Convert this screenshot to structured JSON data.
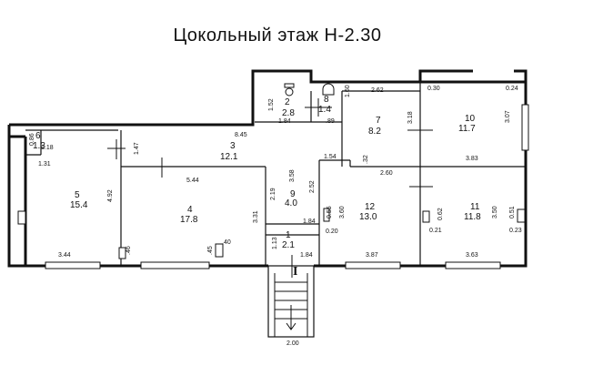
{
  "title": "Цокольный этаж Н-2.30",
  "rooms": [
    {
      "num": "1",
      "area": "2.1"
    },
    {
      "num": "2",
      "area": "2.8"
    },
    {
      "num": "3",
      "area": "12.1"
    },
    {
      "num": "4",
      "area": "17.8"
    },
    {
      "num": "5",
      "area": "15.4"
    },
    {
      "num": "6",
      "area": "1.3"
    },
    {
      "num": "7",
      "area": "8.2"
    },
    {
      "num": "8",
      "area": "1.4"
    },
    {
      "num": "9",
      "area": "4.0"
    },
    {
      "num": "10",
      "area": "11.7"
    },
    {
      "num": "11",
      "area": "11.8"
    },
    {
      "num": "12",
      "area": "13.0"
    }
  ],
  "entrance_mark": "I",
  "dimensions": [
    "8.45",
    "1.47",
    "5.44",
    "3.31",
    "2.19",
    "3.58",
    "2.52",
    "1.84",
    "1.13",
    "1.84",
    "4.92",
    "3.44",
    ".46",
    ".45",
    ".40",
    "0.86",
    "1.18",
    "1.31",
    "1.52",
    "1.84",
    ".89",
    "1.60",
    "2.62",
    "0.30",
    "0.24",
    "3.18",
    "3.07",
    "3.83",
    "1.54",
    ".32",
    "2.60",
    "3.60",
    "0.20",
    "0.55",
    "3.87",
    "0.62",
    "0.21",
    "3.50",
    "0.51",
    "0.23",
    "3.63",
    "2.00"
  ]
}
